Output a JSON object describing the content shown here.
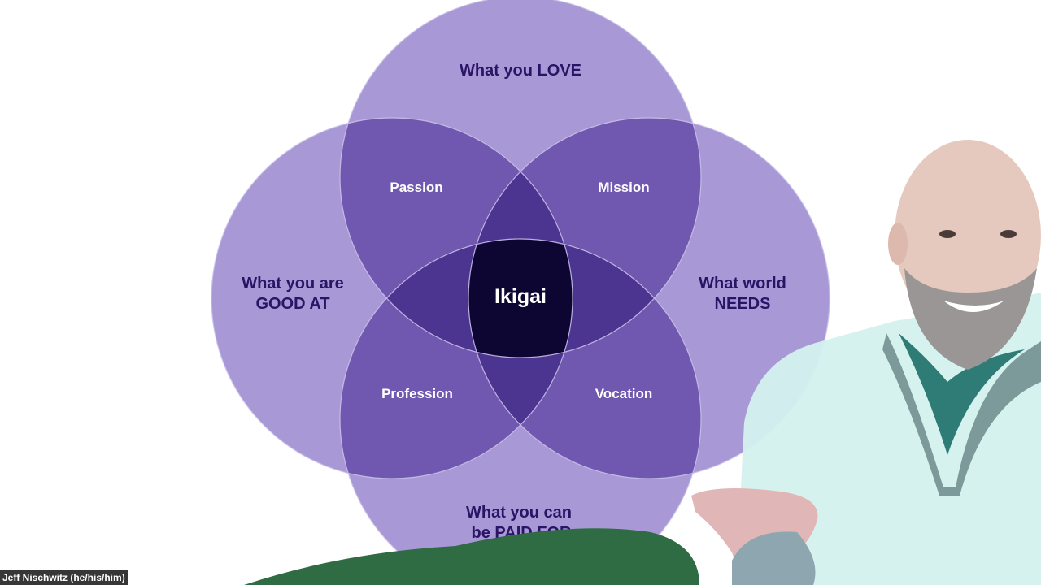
{
  "diagram": {
    "outer": {
      "love": [
        "What you LOVE"
      ],
      "good_at": [
        "What you are",
        "GOOD AT"
      ],
      "needs": [
        "What world",
        "NEEDS"
      ],
      "paid": [
        "What you can",
        "be PAID FOR"
      ]
    },
    "inner": {
      "passion": "Passion",
      "mission": "Mission",
      "profession": "Profession",
      "vocation": "Vocation"
    },
    "center": "Ikigai"
  },
  "colors": {
    "circle_fill": "#a899d6",
    "pair_overlap": "#7058b0",
    "triple_overlap": "#4b3590",
    "center": "#0d0633",
    "outer_text": "#2a1466",
    "inner_text": "#ffffff"
  },
  "video": {
    "participant_name": "Jeff Nischwitz (he/his/him)"
  }
}
